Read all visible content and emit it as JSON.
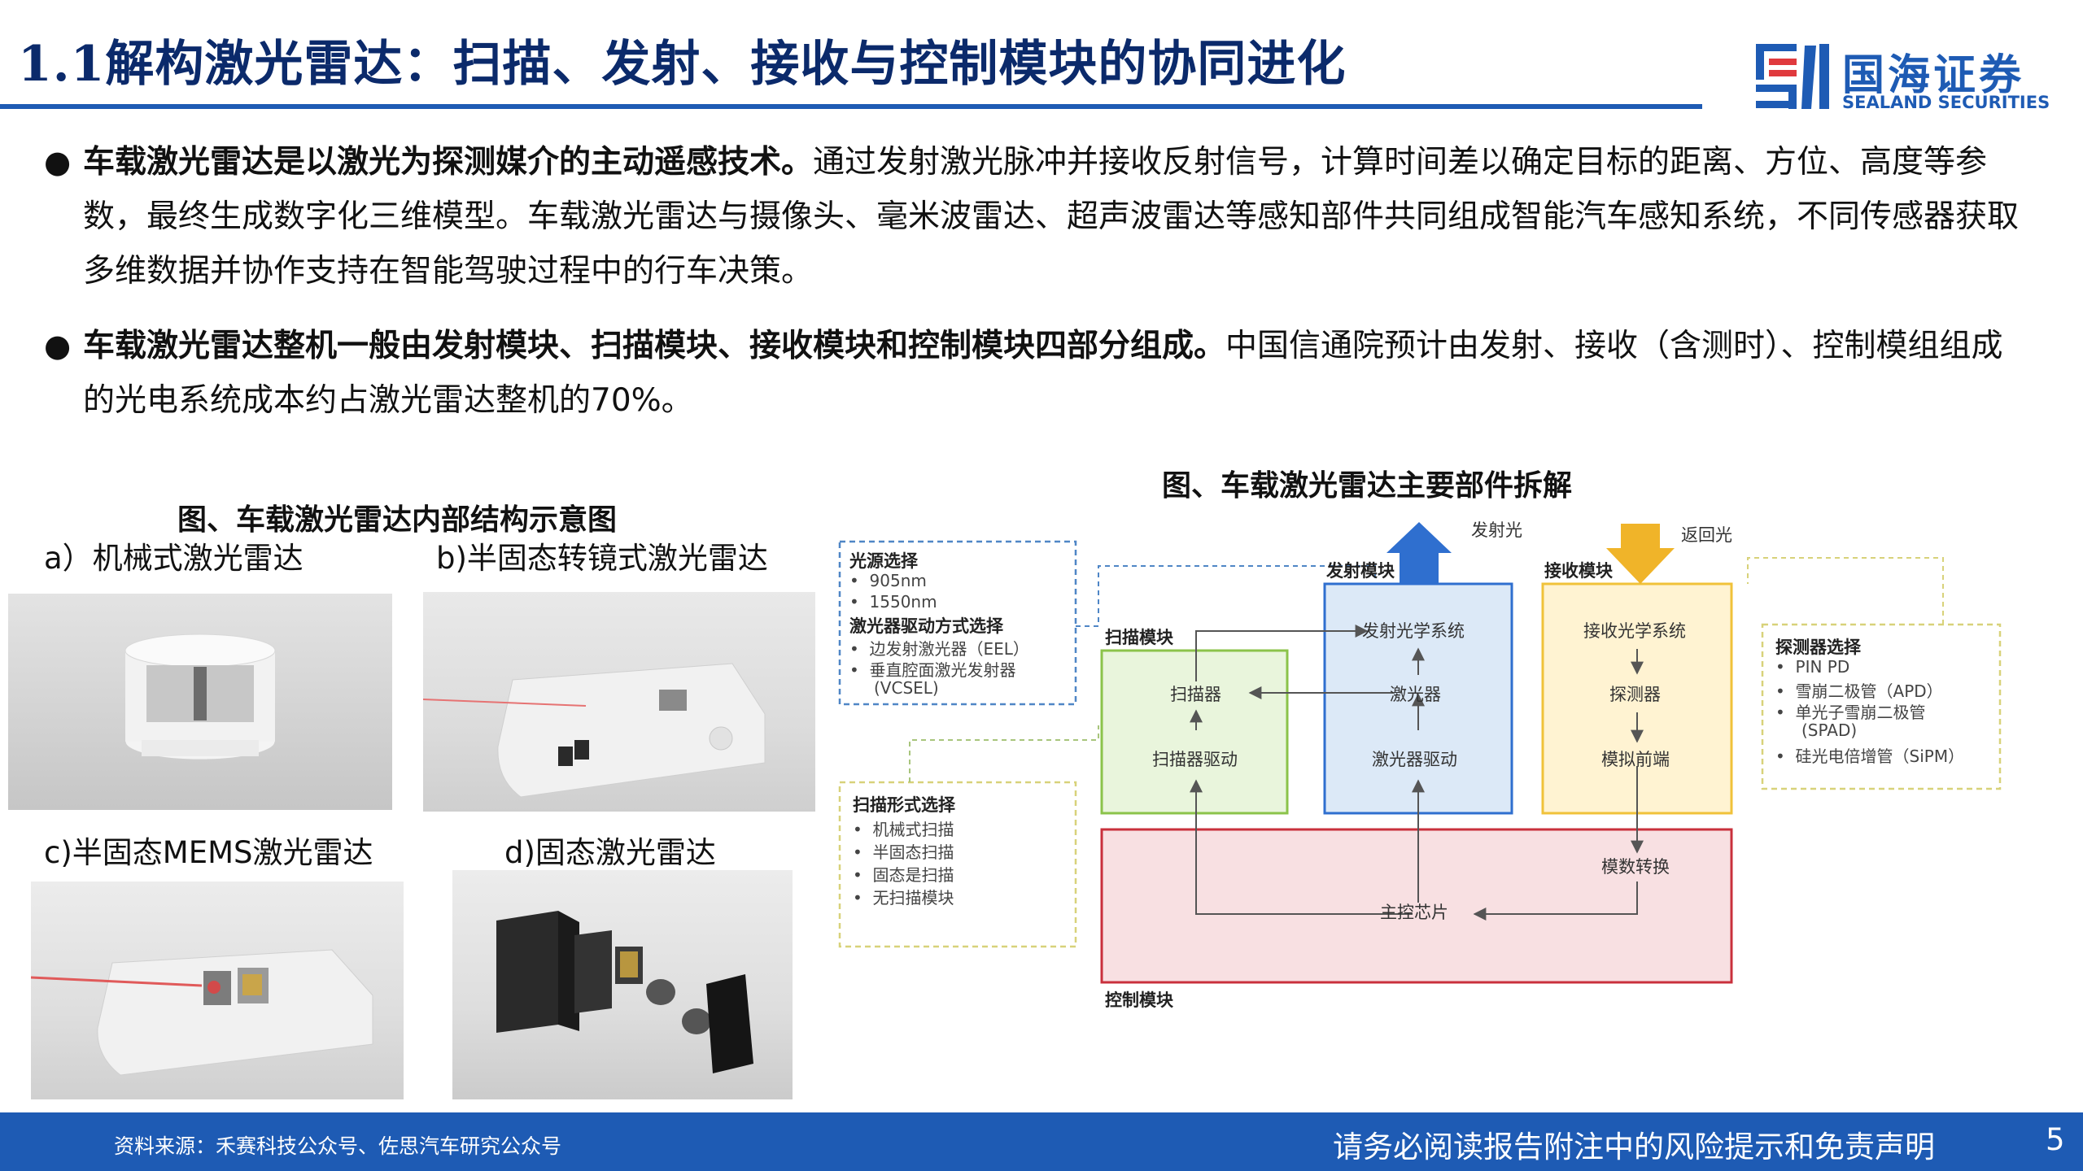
{
  "header": {
    "title_num": "1.1",
    "title_text": "解构激光雷达：扫描、发射、接收与控制模块的协同进化",
    "logo_cn": "国海证券",
    "logo_en": "SEALAND SECURITIES",
    "brand_color": "#1e5bb4"
  },
  "bullets": [
    {
      "bold": "车载激光雷达是以激光为探测媒介的主动遥感技术。",
      "rest": "通过发射激光脉冲并接收反射信号，计算时间差以确定目标的距离、方位、高度等参数，最终生成数字化三维模型。车载激光雷达与摄像头、毫米波雷达、超声波雷达等感知部件共同组成智能汽车感知系统，不同传感器获取多维数据并协作支持在智能驾驶过程中的行车决策。"
    },
    {
      "bold": "车载激光雷达整机一般由发射模块、扫描模块、接收模块和控制模块四部分组成。",
      "rest": "中国信通院预计由发射、接收（含测时）、控制模组组成的光电系统成本约占激光雷达整机的70%。"
    }
  ],
  "left_figure": {
    "title": "图、车载激光雷达内部结构示意图",
    "a": "a）机械式激光雷达",
    "b": "b)半固态转镜式激光雷达",
    "c": "c)半固态MEMS激光雷达",
    "d": "d)固态激光雷达"
  },
  "right_figure": {
    "title": "图、车载激光雷达主要部件拆解",
    "emit_light": "发射光",
    "return_light": "返回光",
    "modules": {
      "scan": "扫描模块",
      "emit": "发射模块",
      "receive": "接收模块",
      "control": "控制模块"
    },
    "nodes": {
      "scanner": "扫描器",
      "scanner_driver": "扫描器驱动",
      "emit_optics": "发射光学系统",
      "laser": "激光器",
      "laser_driver": "激光器驱动",
      "receive_optics": "接收光学系统",
      "detector": "探测器",
      "analog_frontend": "模拟前端",
      "adc": "模数转换",
      "main_chip": "主控芯片"
    },
    "light_source": {
      "title": "光源选择",
      "items": [
        "905nm",
        "1550nm"
      ],
      "drive_title": "激光器驱动方式选择",
      "drive_items": [
        "边发射激光器（EEL）",
        "垂直腔面激光发射器",
        "(VCSEL)"
      ]
    },
    "scan_form": {
      "title": "扫描形式选择",
      "items": [
        "机械式扫描",
        "半固态扫描",
        "固态是扫描",
        "无扫描模块"
      ]
    },
    "detector_choice": {
      "title": "探测器选择",
      "items": [
        "PIN PD",
        "雪崩二极管（APD）",
        "单光子雪崩二极管",
        "(SPAD)",
        "硅光电倍增管（SiPM）"
      ]
    }
  },
  "footer": {
    "source": "资料来源：禾赛科技公众号、佐思汽车研究公众号",
    "disclaimer": "请务必阅读报告附注中的风险提示和免责声明",
    "page": "5"
  }
}
